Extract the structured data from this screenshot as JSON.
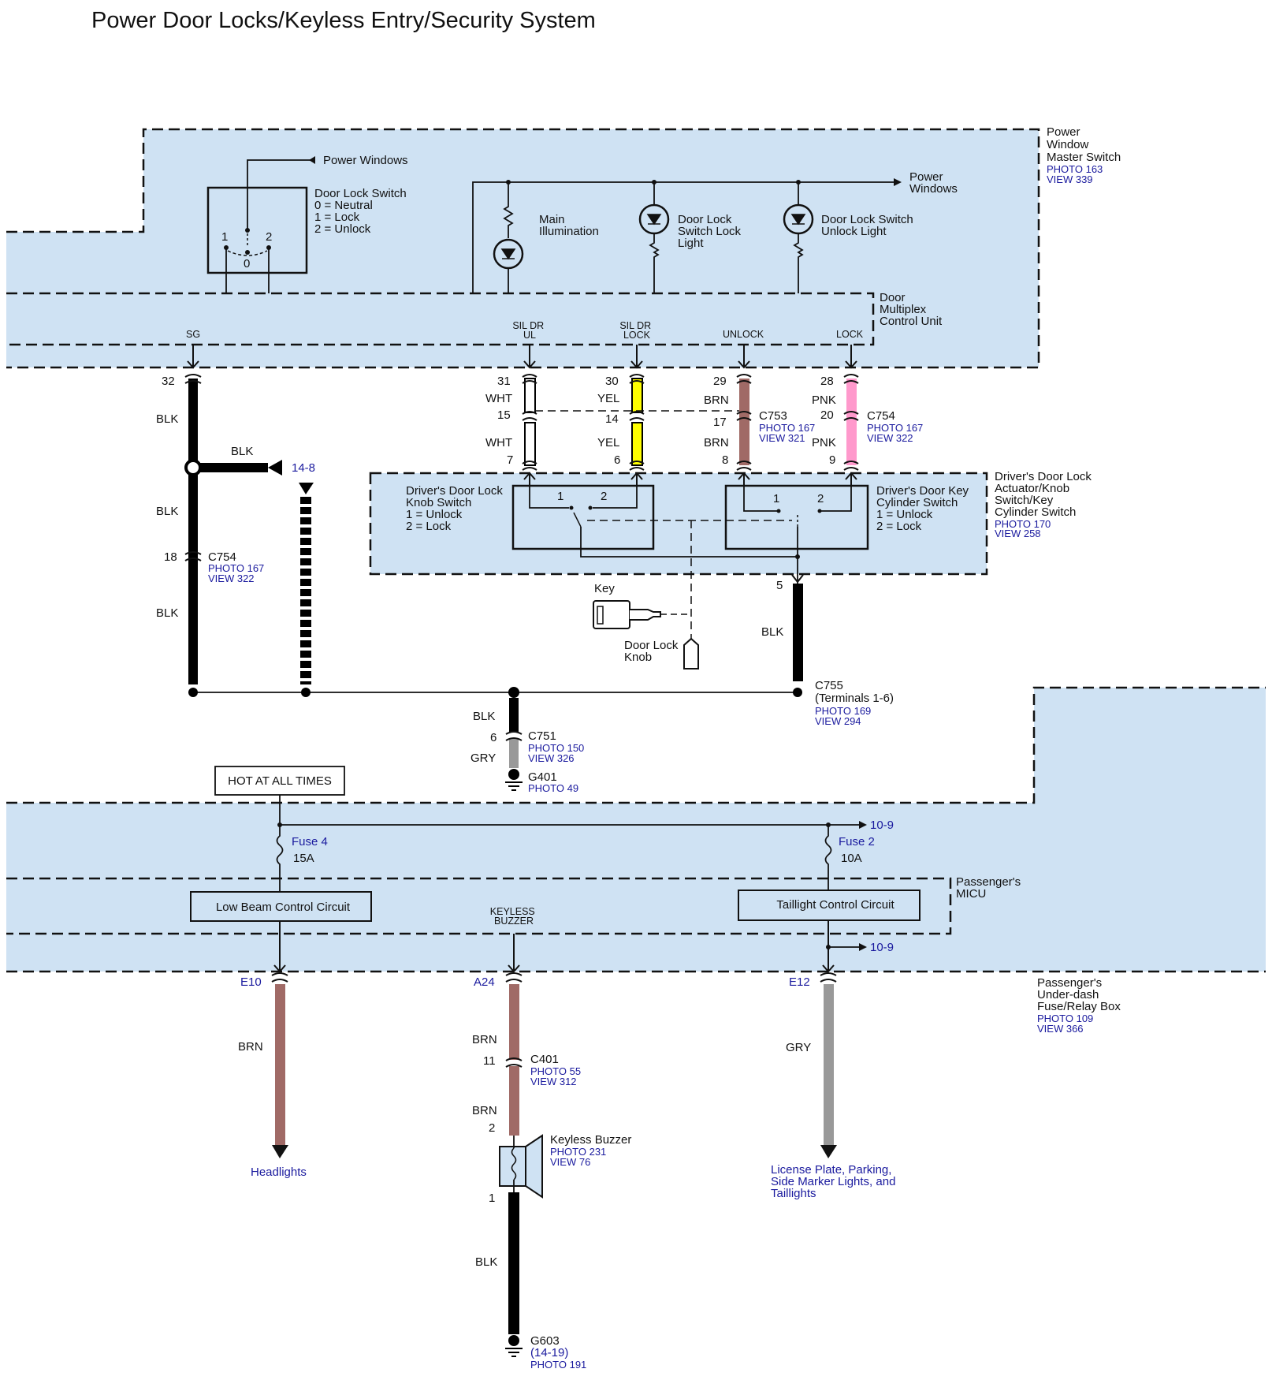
{
  "title": "Power Door Locks/Keyless Entry/Security System",
  "components": {
    "pwms": {
      "name_lines": [
        "Power",
        "Window",
        "Master Switch"
      ],
      "photo": "PHOTO 163",
      "view": "VIEW 339"
    },
    "dmcu": {
      "name_lines": [
        "Door",
        "Multiplex",
        "Control Unit"
      ]
    },
    "door_lock_switch": {
      "lines": [
        "Door Lock Switch",
        "0 = Neutral",
        "1 = Lock",
        "2 = Unlock"
      ],
      "pos0": "0",
      "pos1": "1",
      "pos2": "2"
    },
    "power_windows_1": "Power Windows",
    "power_windows_2": [
      "Power",
      "Windows"
    ],
    "main_illum": [
      "Main",
      "Illumination"
    ],
    "lock_light": [
      "Door Lock",
      "Switch Lock",
      "Light"
    ],
    "unlock_light": [
      "Door Lock Switch",
      "Unlock Light"
    ],
    "actuator": {
      "name_lines": [
        "Driver's Door Lock",
        "Actuator/Knob",
        "Switch/Key",
        "Cylinder Switch"
      ],
      "photo": "PHOTO 170",
      "view": "VIEW 258"
    },
    "knob_switch": [
      "Driver's Door Lock",
      "Knob Switch",
      "1 = Unlock",
      "2 = Lock"
    ],
    "key_cyl_switch": [
      "Driver's Door Key",
      "Cylinder Switch",
      "1 = Unlock",
      "2 = Lock"
    ],
    "key": "Key",
    "door_lock_knob": [
      "Door Lock",
      "Knob"
    ],
    "hot": "HOT AT ALL TIMES",
    "micu": {
      "name_lines": [
        "Passenger's",
        "MICU"
      ]
    },
    "fuse_box": {
      "name_lines": [
        "Passenger's",
        "Under-dash",
        "Fuse/Relay Box"
      ],
      "photo": "PHOTO 109",
      "view": "VIEW 366"
    },
    "fuse4": {
      "name": "Fuse 4",
      "amps": "15A"
    },
    "fuse2": {
      "name": "Fuse 2",
      "amps": "10A"
    },
    "low_beam": "Low Beam Control Circuit",
    "taillight": "Taillight Control Circuit",
    "keyless_buzzer_term": [
      "KEYLESS",
      "BUZZER"
    ],
    "keyless_buzzer": {
      "name": "Keyless Buzzer",
      "photo": "PHOTO 231",
      "view": "VIEW 76"
    },
    "headlights": "Headlights",
    "license": [
      "License Plate, Parking,",
      "Side Marker Lights, and",
      "Taillights"
    ],
    "ref_14_8": "14-8",
    "ref_10_9a": "10-9",
    "ref_10_9b": "10-9"
  },
  "terminals": {
    "sg": "SG",
    "sil_ul": [
      "SIL DR",
      "UL"
    ],
    "sil_lock": [
      "SIL DR",
      "LOCK"
    ],
    "unlock": "UNLOCK",
    "lock": "LOCK"
  },
  "pins": {
    "p32": "32",
    "p18": "18",
    "p31": "31",
    "p15": "15",
    "p7": "7",
    "p30": "30",
    "p14": "14",
    "p6": "6",
    "p29": "29",
    "p17": "17",
    "p8": "8",
    "p28": "28",
    "p20": "20",
    "p9": "9",
    "p5": "5",
    "p6b": "6",
    "p11": "11",
    "p2": "2",
    "p1": "1",
    "k1": "1",
    "k2": "2",
    "c1": "1",
    "c2": "2"
  },
  "wires": {
    "blk_a": "BLK",
    "blk_b": "BLK",
    "blk_c": "BLK",
    "blk_d": "BLK",
    "wht1": "WHT",
    "wht2": "WHT",
    "yel1": "YEL",
    "yel2": "YEL",
    "brn1": "BRN",
    "brn2": "BRN",
    "pnk1": "PNK",
    "pnk2": "PNK",
    "blk_5": "BLK",
    "blk_g": "BLK",
    "gry_g": "GRY",
    "brn_e10": "BRN",
    "brn_a24": "BRN",
    "brn_c401": "BRN",
    "gry_e12": "GRY",
    "blk_buz": "BLK"
  },
  "connectors": {
    "c754a": {
      "name": "C754",
      "photo": "PHOTO 167",
      "view": "VIEW 322"
    },
    "c753": {
      "name": "C753",
      "photo": "PHOTO 167",
      "view": "VIEW 321"
    },
    "c754b": {
      "name": "C754",
      "photo": "PHOTO 167",
      "view": "VIEW 322"
    },
    "c755": {
      "name": "C755",
      "sub": "(Terminals 1-6)",
      "photo": "PHOTO 169",
      "view": "VIEW 294"
    },
    "c751": {
      "name": "C751",
      "photo": "PHOTO 150",
      "view": "VIEW 326"
    },
    "g401": {
      "name": "G401",
      "photo": "PHOTO 49"
    },
    "c401": {
      "name": "C401",
      "photo": "PHOTO 55",
      "view": "VIEW 312"
    },
    "g603": {
      "name": "G603",
      "sub": "(14-19)",
      "photo": "PHOTO 191"
    },
    "e10": "E10",
    "a24": "A24",
    "e12": "E12"
  },
  "colors": {
    "box_fill": "#cfe2f3",
    "blk": "#000000",
    "wht": "#ffffff",
    "yel": "#ffff00",
    "brn": "#a06a66",
    "pnk": "#ff99cc",
    "gry": "#999999",
    "ref": "#1a1a9e"
  }
}
